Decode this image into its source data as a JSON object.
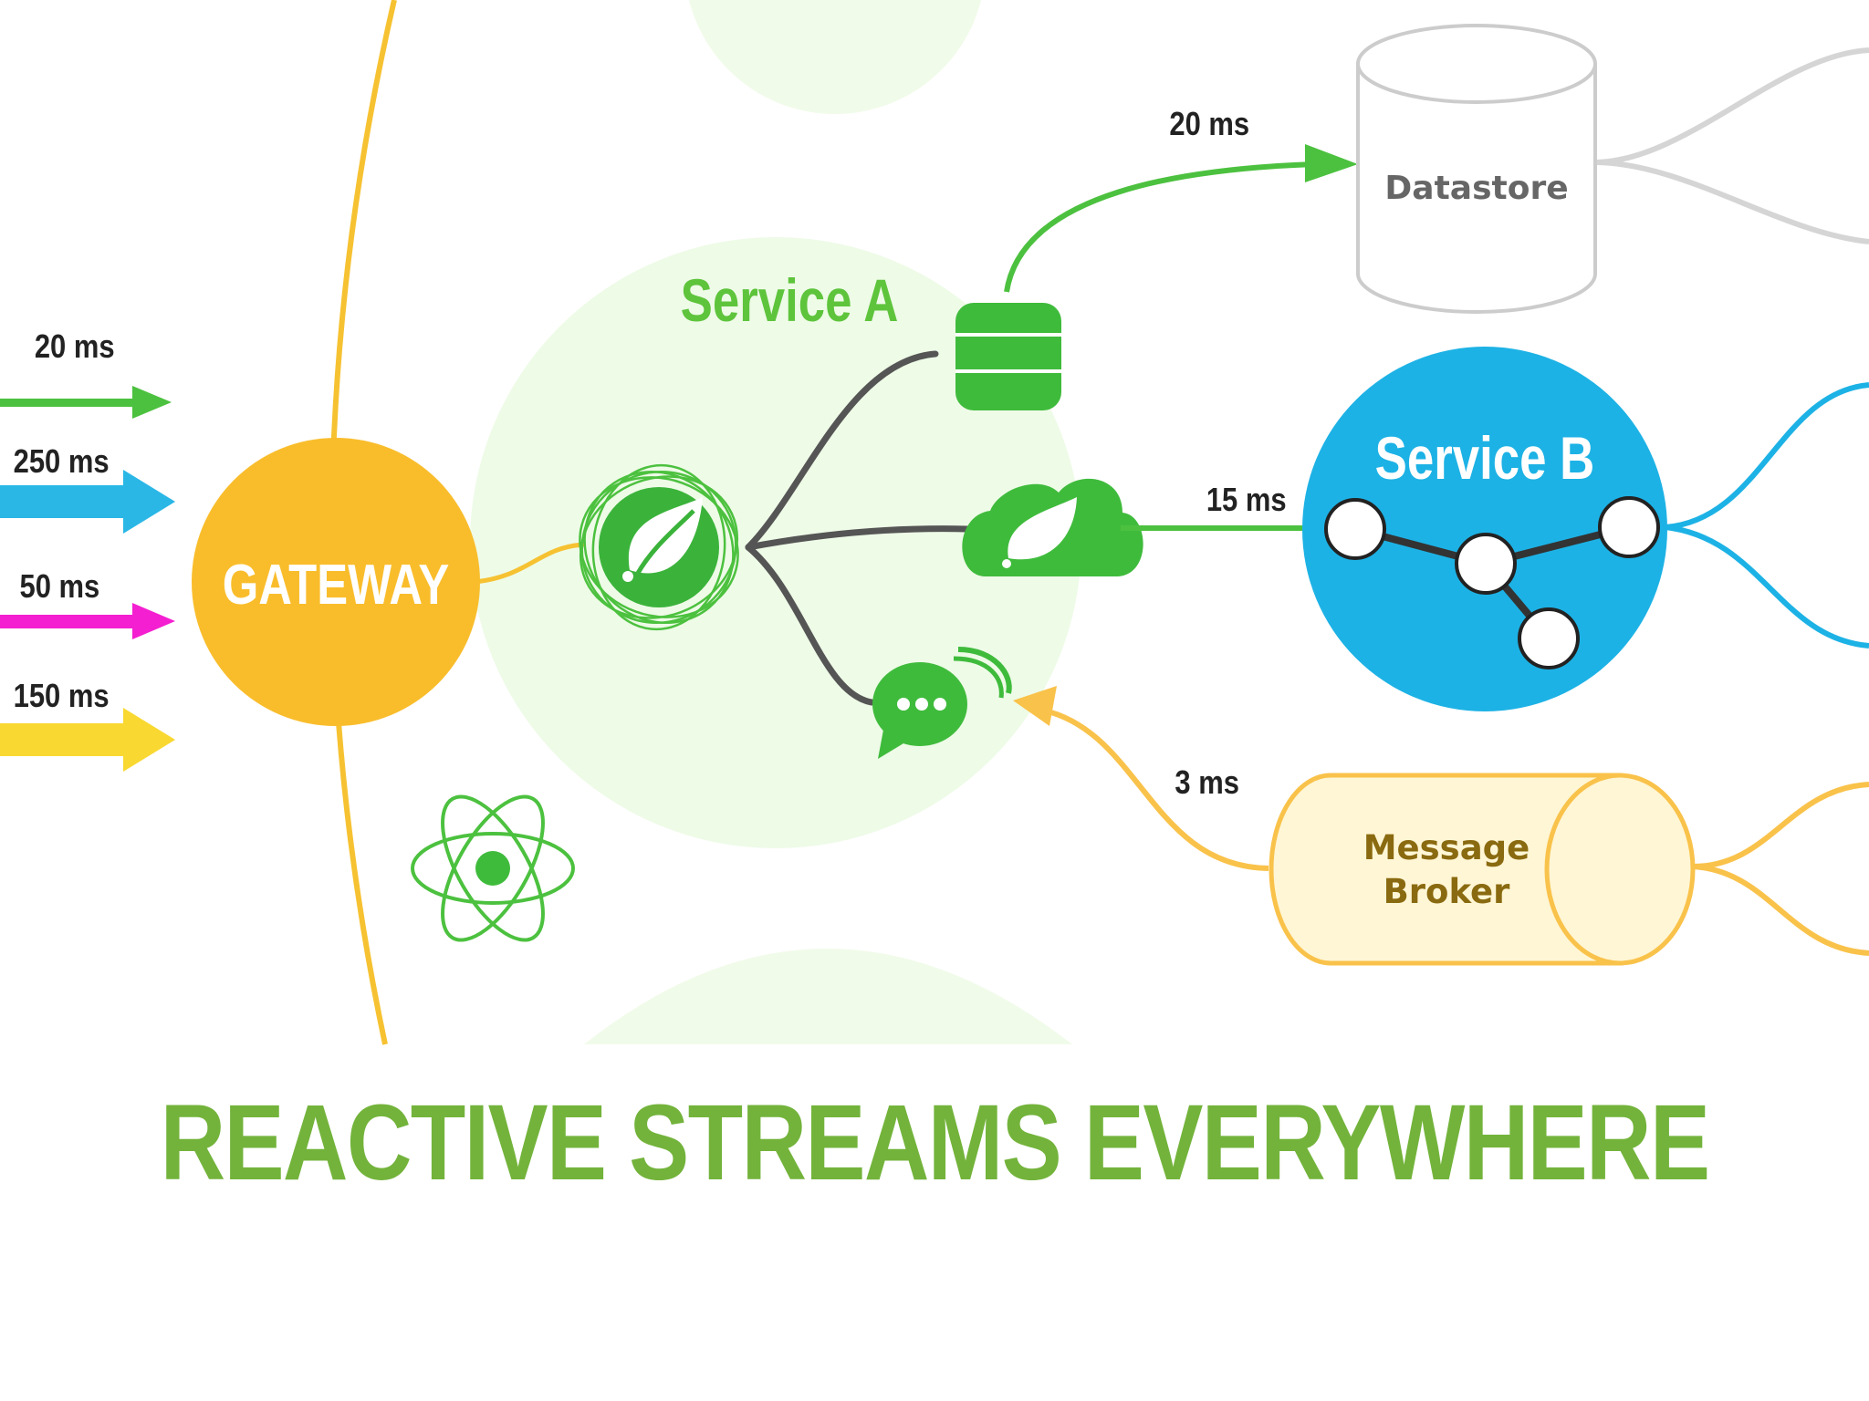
{
  "diagram": {
    "gateway_label": "GATEWAY",
    "service_a_label": "Service A",
    "service_b_label": "Service B",
    "datastore_label": "Datastore",
    "broker_label_line1": "Message",
    "broker_label_line2": "Broker",
    "incoming_requests": [
      {
        "latency": "20 ms",
        "color": "#4cc13f"
      },
      {
        "latency": "250 ms",
        "color": "#2ab7e6"
      },
      {
        "latency": "50 ms",
        "color": "#f41fd0"
      },
      {
        "latency": "150 ms",
        "color": "#f9d831"
      }
    ],
    "edge_latencies": {
      "to_datastore": "20 ms",
      "to_service_b": "15 ms",
      "from_broker": "3 ms"
    },
    "icons": [
      "spring-leaf-icon",
      "database-icon",
      "cloud-leaf-icon",
      "chat-bubble-icon",
      "atom-icon",
      "graph-nodes-icon"
    ],
    "colors": {
      "gateway": "#f9bd2c",
      "service_a_bg": "#eefbe7",
      "service_a_text": "#5ec43c",
      "service_b": "#1db2e5",
      "green": "#4cc13f",
      "broker_fill": "#fff6d5",
      "broker_stroke": "#f9c24a"
    }
  },
  "caption": "REACTIVE STREAMS EVERYWHERE"
}
